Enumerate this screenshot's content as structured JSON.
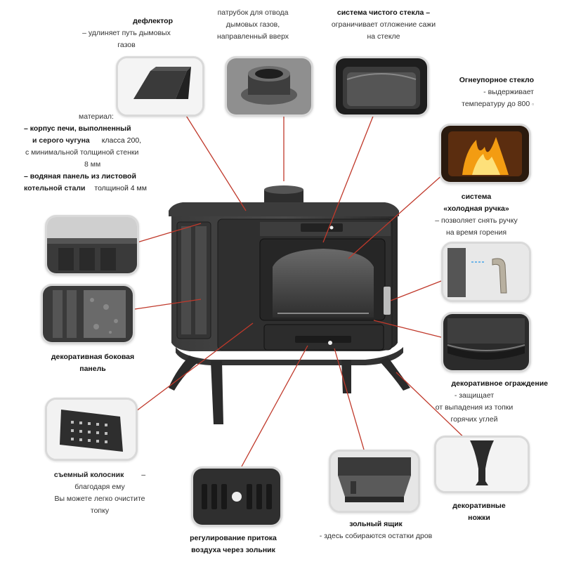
{
  "labels": {
    "deflector": {
      "title": "дефлектор",
      "text": "– удлиняет путь дымовых\nгазов"
    },
    "flue": {
      "text": "патрубок для отвода\nдымовых газов,\nнаправленный вверх"
    },
    "clean_glass": {
      "title": "система чистого стекла –",
      "text": "ограничивает отложение сажи\nна стекле"
    },
    "fire_glass": {
      "title": "Огнеупорное стекло",
      "text": "- выдерживает\nтемпературу до    800 ",
      "degree_glyph": "▫"
    },
    "material": {
      "intro": "материал:",
      "line1": "– корпус печи, выполненный",
      "line2": "и серого чугуна",
      "line2b": "класса 200,",
      "line3": "с минимальной толщиной стенки",
      "line4": "8 мм",
      "line5": "– водяная панель из листовой",
      "line6": "котельной стали",
      "line6b": "толщиной 4 мм"
    },
    "cold_handle": {
      "title1": "система",
      "title2": "«холодная ручка»",
      "text": "– позволяет снять ручку\nна время горения"
    },
    "side_panel": {
      "title": "декоративная боковая\nпанель"
    },
    "guard": {
      "title": "декоративное ограждение",
      "text": "- защищает\nот выпадения из топки\nгорячих углей"
    },
    "grate": {
      "title": "съемный колосник",
      "dash": "–",
      "text": "благодаря ему\nВы можете легко очистите\nтопку"
    },
    "air": {
      "title": "регулирование притока\nвоздуха через зольник"
    },
    "ash": {
      "title": "зольный ящик",
      "text": "- здесь собираются остатки дров"
    },
    "legs": {
      "title": "декоративные\nножки"
    }
  },
  "colors": {
    "leader": "#c0392b",
    "frame": "#d9d9d9",
    "iron": "#2b2b2b",
    "flame": "#f39c12"
  },
  "icons": [
    "deflector-icon",
    "flue-pipe-icon",
    "glass-icon",
    "flame-icon",
    "side-panel-icon",
    "cast-panel-icon",
    "handle-icon",
    "guard-icon",
    "grate-icon",
    "air-vent-icon",
    "ash-drawer-icon",
    "leg-icon",
    "stove-icon"
  ]
}
